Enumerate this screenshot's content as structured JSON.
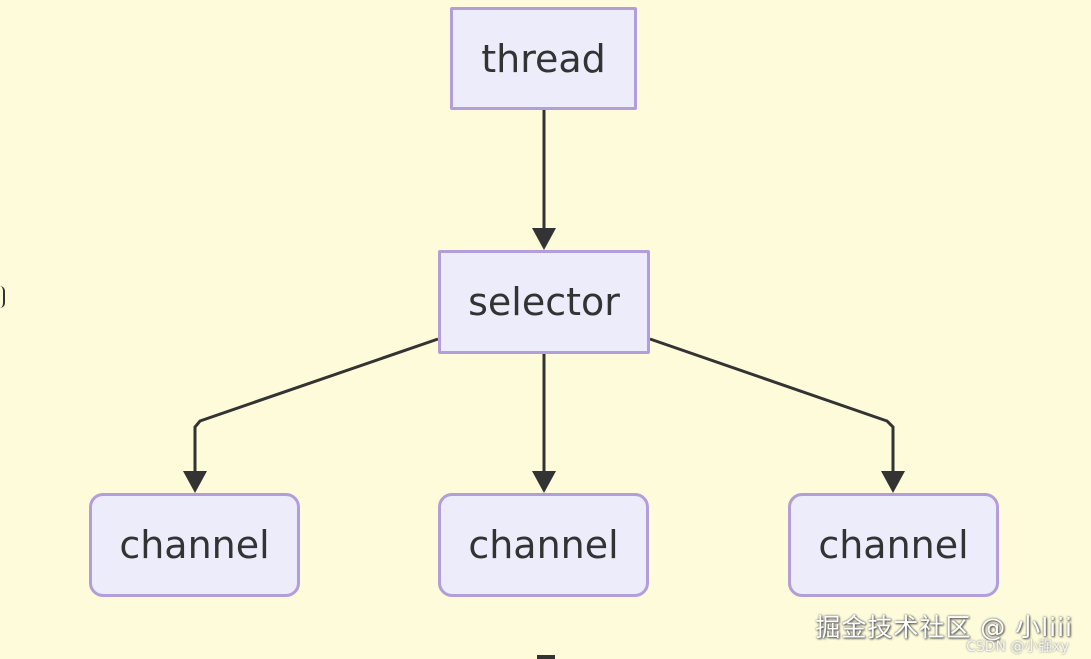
{
  "nodes": {
    "thread": "thread",
    "selector": "selector",
    "channel_1": "channel",
    "channel_2": "channel",
    "channel_3": "channel"
  },
  "edges": [
    {
      "from": "thread",
      "to": "selector"
    },
    {
      "from": "selector",
      "to": "channel_1"
    },
    {
      "from": "selector",
      "to": "channel_2"
    },
    {
      "from": "selector",
      "to": "channel_3"
    }
  ],
  "colors": {
    "background": "#fdfbd9",
    "node_fill": "#ececfb",
    "node_border": "#b39ddb",
    "edge": "#333333",
    "text": "#333333"
  },
  "watermark": {
    "primary": "掘金技术社区 @ 小liii",
    "secondary": "CSDN @小强xy"
  }
}
